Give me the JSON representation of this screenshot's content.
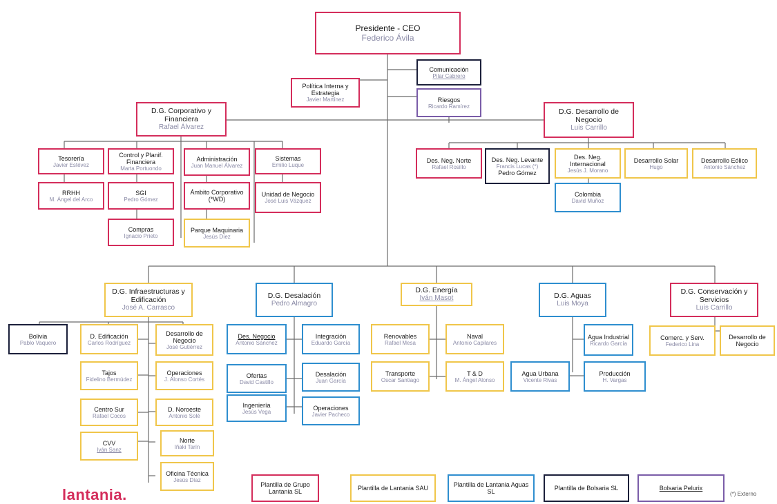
{
  "colors": {
    "red": "#d42d5b",
    "yellow": "#f0c64a",
    "blue": "#2e8ecf",
    "black": "#1b1f3a",
    "purple": "#7a5ca8"
  },
  "brand": {
    "logo": "lantania."
  },
  "footnote": "(*) Externo",
  "nodes": {
    "ceo": {
      "title": "Presidente - CEO",
      "name": "Federico Ávila"
    },
    "comunicacion": {
      "title": "Comunicación",
      "name": "Pilar Cabrero"
    },
    "riesgos": {
      "title": "Riesgos",
      "name": "Ricardo Ramírez"
    },
    "politica": {
      "title": "Política Interna y Estrategia",
      "name": "Javier Martínez"
    },
    "dg_corp": {
      "title": "D.G. Corporativo y Financiera",
      "name": "Rafael Álvarez"
    },
    "dg_desarrollo": {
      "title": "D.G. Desarrollo de Negocio",
      "name": "Luis Carrillo"
    },
    "tesoreria": {
      "title": "Tesorería",
      "name": "Javier Estévez"
    },
    "control": {
      "title": "Control y Planif. Financiera",
      "name": "Marta Portuondo"
    },
    "administracion": {
      "title": "Administración",
      "name": "Juan Manuel Álvarez"
    },
    "sistemas": {
      "title": "Sistemas",
      "name": "Emilio Luque"
    },
    "rrhh": {
      "title": "RRHH",
      "name": "M. Ángel del Arco"
    },
    "sgi": {
      "title": "SGI",
      "name": "Pedro Gómez"
    },
    "ambito": {
      "title": "Ámbito Corporativo (*WD)",
      "name": ""
    },
    "unidad_negocio": {
      "title": "Unidad de Negocio",
      "name": "José Luis Vázquez"
    },
    "compras": {
      "title": "Compras",
      "name": "Ignacio Prieto"
    },
    "parque": {
      "title": "Parque Maquinaria",
      "name": "Jesús Díez"
    },
    "des_norte": {
      "title": "Des. Neg. Norte",
      "name": "Rafael Rosillo"
    },
    "des_levante": {
      "title": "Des. Neg. Levante",
      "name": "Pedro Gómez",
      "extra": "Francis Lucas (*)"
    },
    "des_internac": {
      "title": "Des. Neg. Internacional",
      "name": "Jesús J. Morano"
    },
    "desarrollo_solar": {
      "title": "Desarrollo Solar",
      "name": "Hugo"
    },
    "desarrollo_eolico": {
      "title": "Desarrollo Eólico",
      "name": "Antonio Sánchez"
    },
    "colombia": {
      "title": "Colombia",
      "name": "David Muñoz"
    },
    "dg_infra": {
      "title": "D.G. Infraestructuras y Edificación",
      "name": "José A. Carrasco"
    },
    "dg_desal": {
      "title": "D.G. Desalación",
      "name": "Pedro Almagro"
    },
    "dg_energia": {
      "title": "D.G. Energía",
      "name": "Iván Masot"
    },
    "dg_aguas": {
      "title": "D.G. Aguas",
      "name": "Luis Moya"
    },
    "dg_conserv": {
      "title": "D.G. Conservación y Servicios",
      "name": "Luis Carrillo"
    },
    "bolivia": {
      "title": "Bolivia",
      "name": "Pablo Vaquero"
    },
    "edificacion": {
      "title": "D. Edificación",
      "name": "Carlos Rodríguez"
    },
    "des_negocio_infra": {
      "title": "Desarrollo de Negocio",
      "name": "José Gutiérrez"
    },
    "tajos": {
      "title": "Tajos",
      "name": "Fidelino Bermúdez"
    },
    "operaciones_infra": {
      "title": "Operaciones",
      "name": "J. Alonso Cortés"
    },
    "centro_sur": {
      "title": "Centro Sur",
      "name": "Rafael Cocos"
    },
    "d_noroeste": {
      "title": "D. Noroeste",
      "name": "Antonio Solé"
    },
    "cvv": {
      "title": "CVV",
      "name": "Iván Sanz"
    },
    "norte": {
      "title": "Norte",
      "name": "Iñaki Tarín"
    },
    "oficina_tecnica": {
      "title": "Oficina Técnica",
      "name": "Jesús Díaz"
    },
    "des_negocio_desal": {
      "title": "Des. Negocio",
      "name": "Antonio Sánchez"
    },
    "integracion": {
      "title": "Integración",
      "name": "Eduardo García"
    },
    "ofertas": {
      "title": "Ofertas",
      "name": "David Castillo"
    },
    "desalacion_op": {
      "title": "Desalación",
      "name": "Juan García"
    },
    "ingenieria": {
      "title": "Ingeniería",
      "name": "Jesús Vega"
    },
    "operaciones_desal": {
      "title": "Operaciones",
      "name": "Javier Pacheco"
    },
    "renovables": {
      "title": "Renovables",
      "name": "Rafael Mesa"
    },
    "naval": {
      "title": "Naval",
      "name": "Antonio Capilares"
    },
    "transporte": {
      "title": "Transporte",
      "name": "Oscar Santiago"
    },
    "tyd": {
      "title": "T & D",
      "name": "M. Ángel Alonso"
    },
    "agua_industrial": {
      "title": "Agua Industrial",
      "name": "Ricardo García"
    },
    "agua_urbana": {
      "title": "Agua Urbana",
      "name": "Vicente Rivas"
    },
    "produccion": {
      "title": "Producción",
      "name": "H. Vargas"
    },
    "comerc_serv": {
      "title": "Comerc. y Serv.",
      "name": "Federico Lina"
    },
    "des_negocio_cons": {
      "title": "Desarrollo de Negocio",
      "name": ""
    }
  },
  "legend": [
    {
      "label": "Plantilla de Grupo Lantania SL",
      "color": "red"
    },
    {
      "label": "Plantilla de Lantania SAU",
      "color": "yellow"
    },
    {
      "label": "Plantilla de Lantania Aguas SL",
      "color": "blue"
    },
    {
      "label": "Plantilla de Bolsaria SL",
      "color": "black"
    },
    {
      "label": "Bolsaria Pelurix",
      "color": "purple"
    }
  ]
}
